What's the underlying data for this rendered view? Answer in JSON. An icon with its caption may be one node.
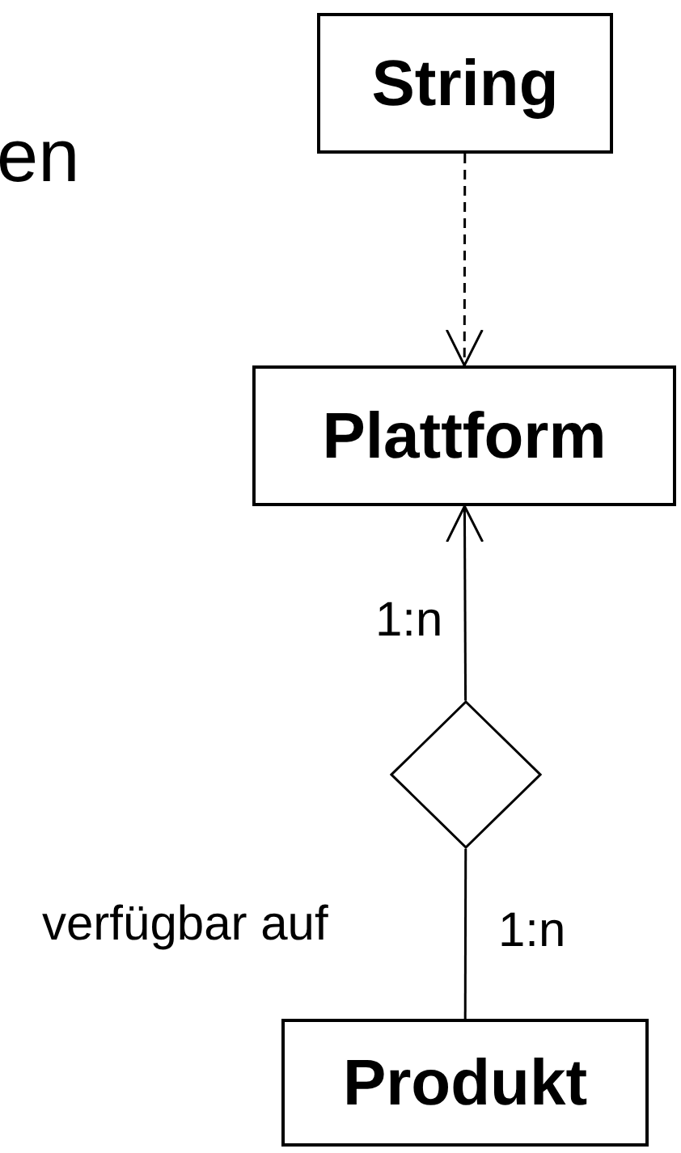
{
  "diagram": {
    "nodes": [
      {
        "text": [
          "String"
        ]
      },
      {
        "text": [
          "Plattform"
        ]
      },
      {
        "text": [],
        "shape": "diamond"
      },
      {
        "text": [
          "Produkt"
        ]
      }
    ],
    "edges": [
      {
        "from": 0,
        "to": 1,
        "arrow": "to",
        "style": "dashed"
      },
      {
        "from": 2,
        "to": 1,
        "arrow": "to",
        "label": "1:n"
      },
      {
        "from": 3,
        "to": 2,
        "arrow": "none",
        "label": "1:n"
      }
    ],
    "labels": [
      "en",
      "verfügbar auf"
    ]
  }
}
